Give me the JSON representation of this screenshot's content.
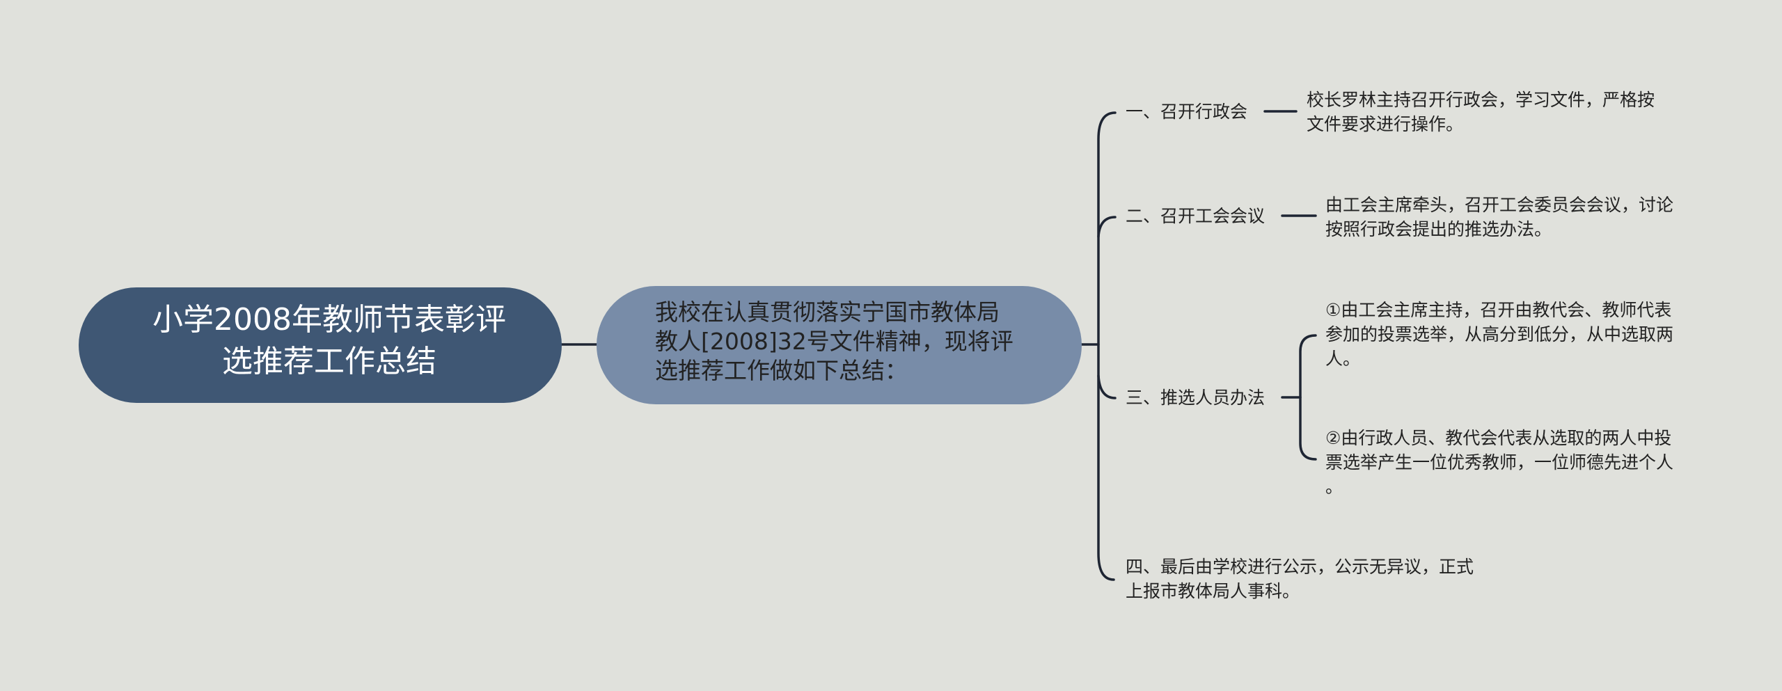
{
  "root": {
    "line1": "小学2008年教师节表彰评",
    "line2": "选推荐工作总结"
  },
  "summary": {
    "line1": "我校在认真贯彻落实宁国市教体局",
    "line2": "教人[2008]32号文件精神，现将评",
    "line3": "选推荐工作做如下总结："
  },
  "branches": [
    {
      "label": "一、召开行政会",
      "detail": [
        "校长罗林主持召开行政会，学习文件，严格按",
        "文件要求进行操作。"
      ]
    },
    {
      "label": "二、召开工会会议",
      "detail": [
        "由工会主席牵头，召开工会委员会会议，讨论",
        "按照行政会提出的推选办法。"
      ]
    },
    {
      "label": "三、推选人员办法",
      "details": [
        [
          "①由工会主席主持，召开由教代会、教师代表",
          "参加的投票选举，从高分到低分，从中选取两",
          "人。"
        ],
        [
          "②由行政人员、教代会代表从选取的两人中投",
          "票选举产生一位优秀教师，一位师德先进个人",
          "。"
        ]
      ]
    },
    {
      "label": [
        "四、最后由学校进行公示，公示无异议，正式",
        "上报市教体局人事科。"
      ]
    }
  ],
  "colors": {
    "background": "#e0e1dc",
    "root_fill": "#3f5774",
    "summary_fill": "#788ca8",
    "line": "#1e2533"
  }
}
